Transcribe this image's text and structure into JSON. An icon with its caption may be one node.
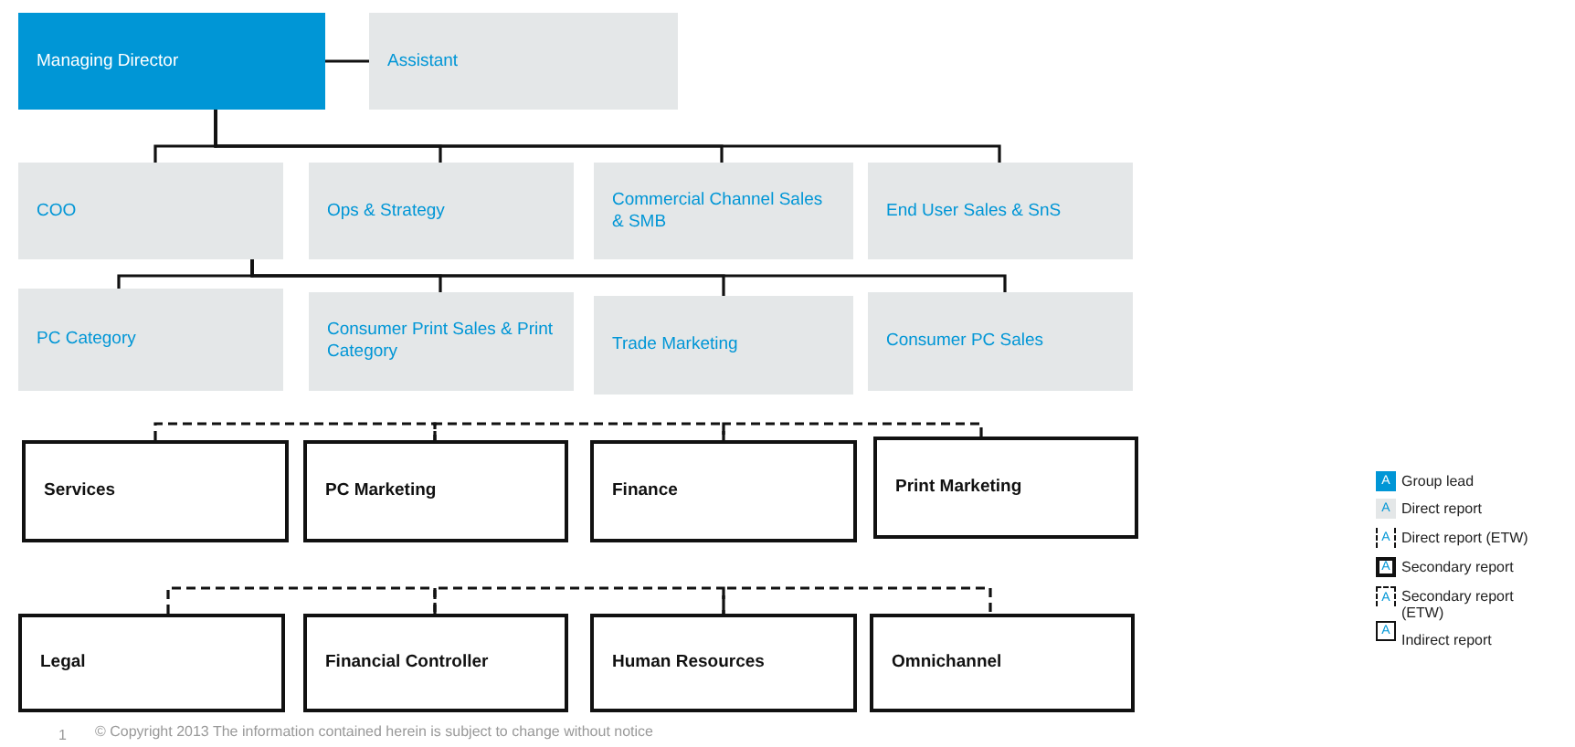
{
  "diagram": {
    "nodes": [
      {
        "text": [
          "Managing Director"
        ]
      },
      {
        "text": [
          "Assistant"
        ]
      },
      {
        "text": [
          "COO"
        ]
      },
      {
        "text": [
          "Ops & Strategy"
        ]
      },
      {
        "text": [
          "Commercial Channel Sales & SMB"
        ]
      },
      {
        "text": [
          "End User Sales & SnS"
        ]
      },
      {
        "text": [
          "PC Category"
        ]
      },
      {
        "text": [
          "Consumer Print Sales & Print Category"
        ]
      },
      {
        "text": [
          "Trade Marketing"
        ]
      },
      {
        "text": [
          "Consumer PC Sales"
        ]
      },
      {
        "text": [
          "Services"
        ]
      },
      {
        "text": [
          "PC Marketing"
        ]
      },
      {
        "text": [
          "Finance"
        ]
      },
      {
        "text": [
          "Print Marketing"
        ]
      },
      {
        "text": [
          "Legal"
        ]
      },
      {
        "text": [
          "Financial Controller"
        ]
      },
      {
        "text": [
          "Human Resources"
        ]
      },
      {
        "text": [
          "Omnichannel"
        ]
      }
    ],
    "edges": [
      {
        "from": 0,
        "to": 1,
        "arrow": "none"
      },
      {
        "from": 0,
        "to": 2,
        "arrow": "none"
      },
      {
        "from": 0,
        "to": 3,
        "arrow": "none"
      },
      {
        "from": 0,
        "to": 4,
        "arrow": "none"
      },
      {
        "from": 0,
        "to": 5,
        "arrow": "none"
      },
      {
        "from": 2,
        "to": 6,
        "arrow": "none"
      },
      {
        "from": 2,
        "to": 7,
        "arrow": "none"
      },
      {
        "from": 2,
        "to": 8,
        "arrow": "none"
      },
      {
        "from": 2,
        "to": 9,
        "arrow": "none"
      },
      {
        "from": 10,
        "to": 11,
        "arrow": "none",
        "style": "dashed"
      },
      {
        "from": 11,
        "to": 12,
        "arrow": "none",
        "style": "dashed"
      },
      {
        "from": 12,
        "to": 13,
        "arrow": "none",
        "style": "dashed"
      },
      {
        "from": 14,
        "to": 15,
        "arrow": "none",
        "style": "dashed"
      },
      {
        "from": 15,
        "to": 16,
        "arrow": "none",
        "style": "dashed"
      },
      {
        "from": 16,
        "to": 17,
        "arrow": "none",
        "style": "dashed"
      }
    ],
    "labels": [
      "A",
      "A",
      "A",
      "A",
      "A",
      "A",
      "1",
      "© Copyright 2013 The information contained herein is subject to change without notice"
    ],
    "legend": [
      {
        "text": "Group lead",
        "color": "#0096d6"
      },
      {
        "text": "Direct report",
        "color": "#e4e7e8"
      },
      {
        "text": "Direct report (ETW)"
      },
      {
        "text": "Secondary report"
      },
      {
        "text": "Secondary report (ETW)"
      },
      {
        "text": "Indirect report"
      }
    ]
  }
}
